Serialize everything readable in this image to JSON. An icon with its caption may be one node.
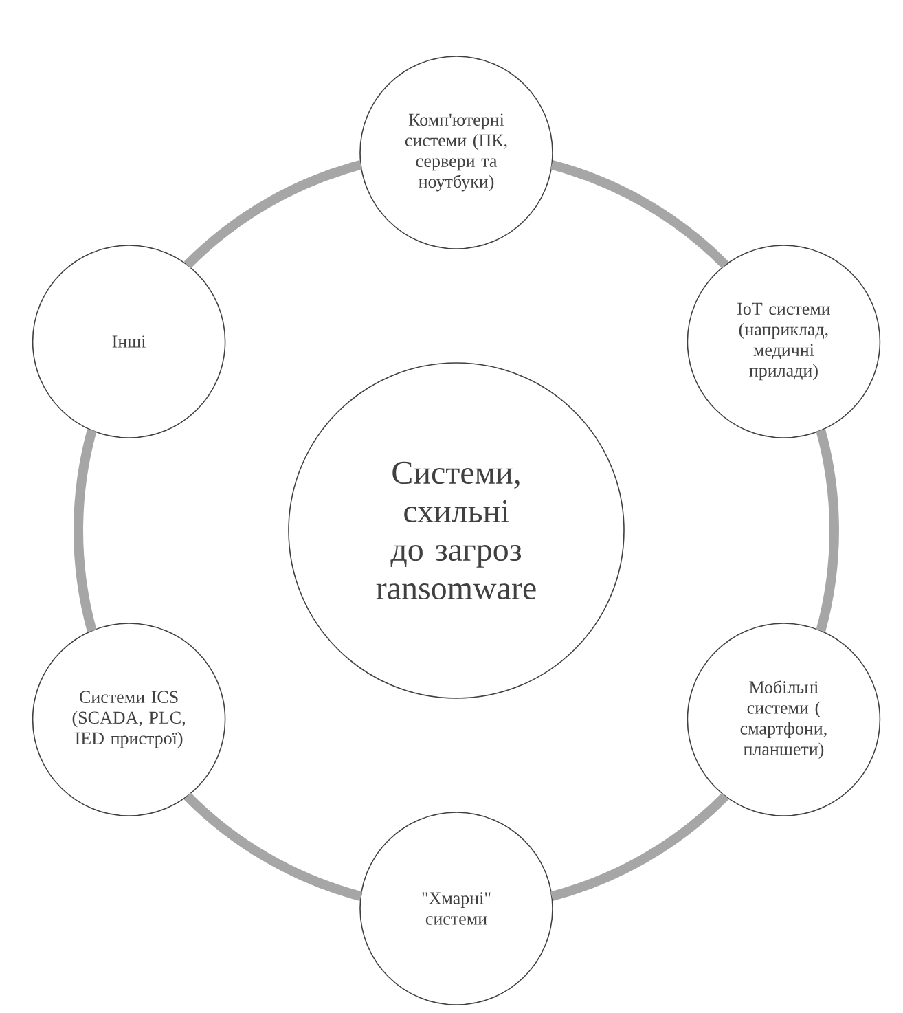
{
  "diagram": {
    "nodes": [
      {
        "text": [
          "Системи, схильні до загроз ransomware"
        ]
      },
      {
        "text": [
          "Комп'ютерні системи (ПК, сервери та ноутбуки)"
        ]
      },
      {
        "text": [
          "IoT системи (наприклад, медичні прилади)"
        ]
      },
      {
        "text": [
          "Мобільні системи ( смартфони, планшети)"
        ]
      },
      {
        "text": [
          "\"Хмарні\" системи"
        ]
      },
      {
        "text": [
          "Системи ICS (SCADA, PLC, IED пристрої)"
        ]
      },
      {
        "text": [
          "Інші"
        ]
      }
    ],
    "edges": [
      {
        "from": 1,
        "to": 2,
        "arrow": "none"
      },
      {
        "from": 2,
        "to": 3,
        "arrow": "none"
      },
      {
        "from": 3,
        "to": 4,
        "arrow": "none"
      },
      {
        "from": 4,
        "to": 5,
        "arrow": "none"
      },
      {
        "from": 5,
        "to": 6,
        "arrow": "none"
      },
      {
        "from": 6,
        "to": 1,
        "arrow": "none"
      }
    ]
  }
}
